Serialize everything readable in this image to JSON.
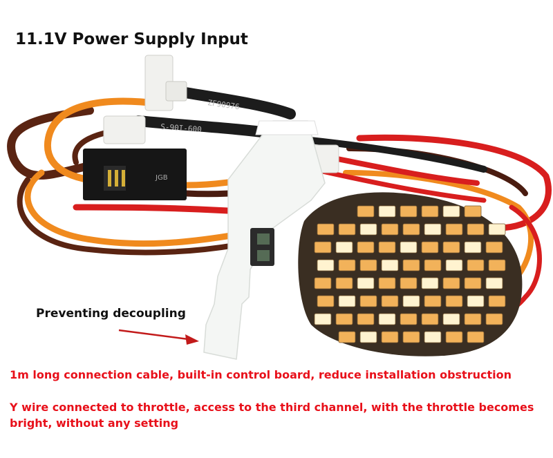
{
  "captions": {
    "title": "11.1V Power Supply Input",
    "decoupling": "Preventing decoupling",
    "feature_1": "1m long connection cable, built-in control board, reduce installation obstruction",
    "feature_2": "Y wire connected to throttle, access to the third channel, with the throttle becomes bright, without any setting"
  },
  "colors": {
    "feature_text": "#e8101a",
    "caption_text": "#111111",
    "arrow": "#c21a1a",
    "wire_red": "#d81e1e",
    "wire_orange": "#f08a1e",
    "wire_brown": "#5a2412",
    "led_amber": "#f2b25a",
    "led_white": "#fff3d0",
    "housing": "#f4f6f4"
  },
  "printed_marks": {
    "cable_print_1": "S-90I-600",
    "cable_print_2": "ZF90976",
    "connector_print": "JGB"
  }
}
